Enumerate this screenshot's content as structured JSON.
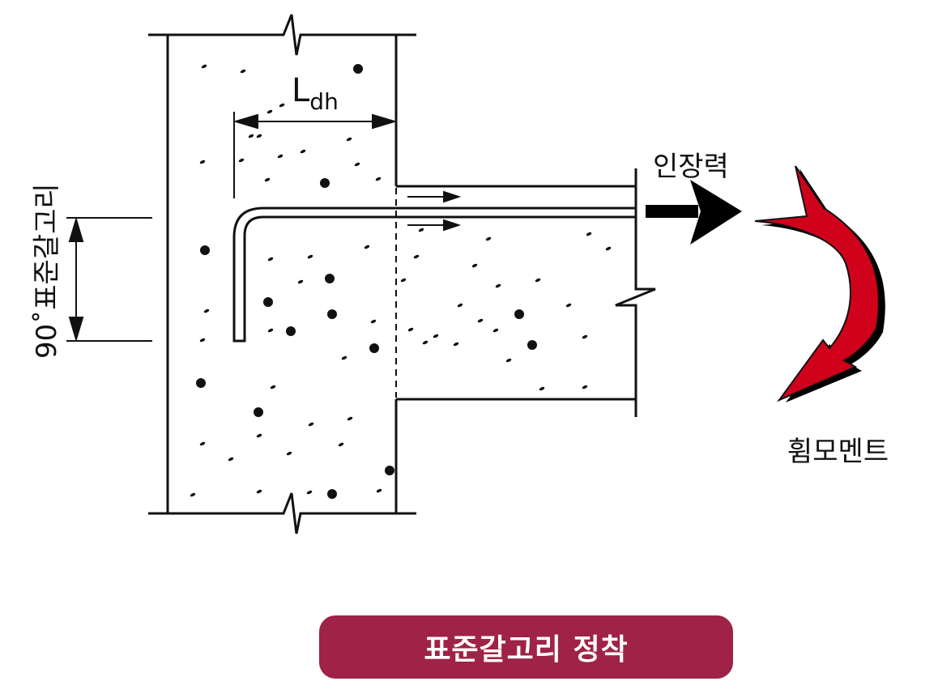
{
  "labels": {
    "development_length_main": "L",
    "development_length_sub": "dh",
    "tension_force": "인장력",
    "bending_moment": "휨모멘트",
    "hook_label": "90˚표준갈고리"
  },
  "title": {
    "text": "표준갈고리 정착"
  },
  "colors": {
    "title_background": "#9e2346",
    "moment_arrow": "#d0021b",
    "line": "#111111"
  }
}
